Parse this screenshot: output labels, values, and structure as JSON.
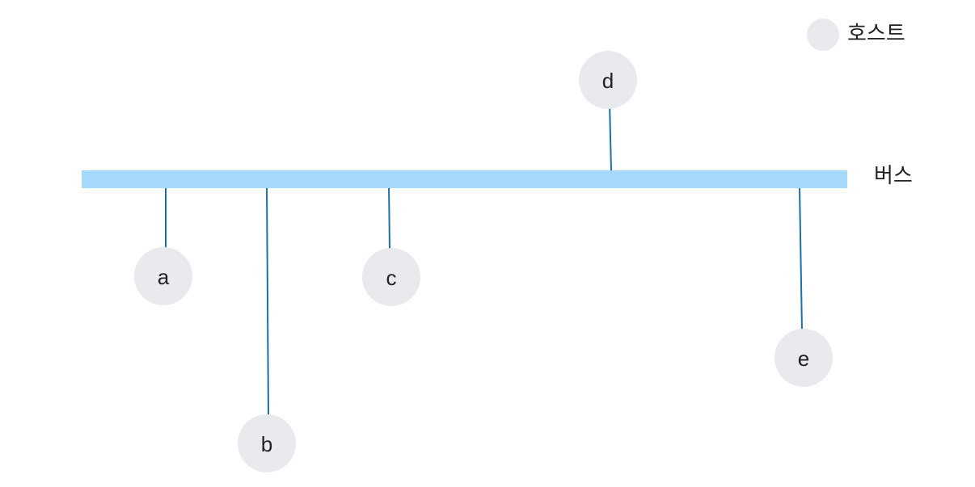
{
  "legend": {
    "host_label": "호스트",
    "host_color": "#e8eaed"
  },
  "bus": {
    "label": "버스",
    "color": "#a5d8fa"
  },
  "link_color": "#1d6fa5",
  "hosts": [
    {
      "id": "a",
      "label": "a"
    },
    {
      "id": "b",
      "label": "b"
    },
    {
      "id": "c",
      "label": "c"
    },
    {
      "id": "d",
      "label": "d"
    },
    {
      "id": "e",
      "label": "e"
    }
  ]
}
